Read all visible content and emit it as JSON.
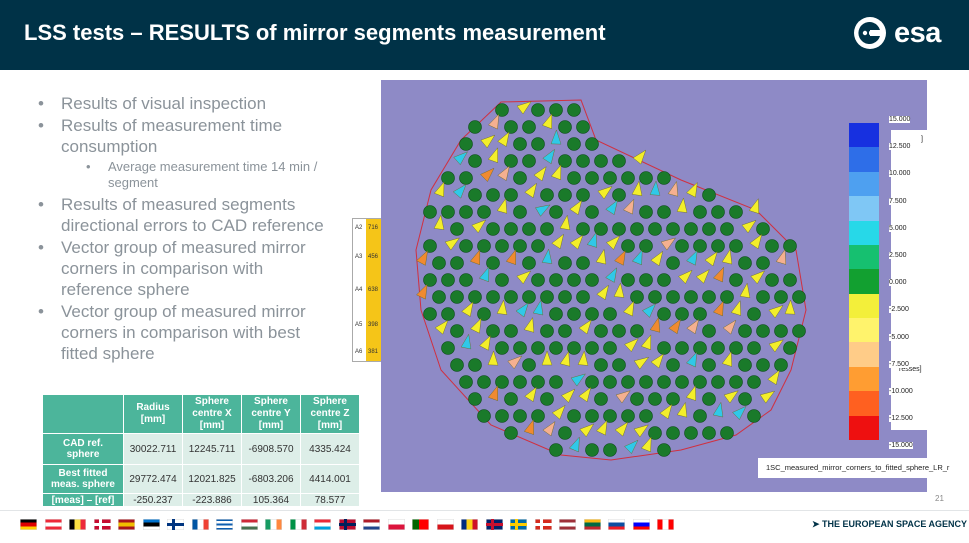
{
  "header": {
    "title": "LSS tests – RESULTS of mirror segments measurement",
    "logo_text": "esa"
  },
  "bullets": [
    {
      "text": "Results of visual inspection",
      "level": 1
    },
    {
      "text": "Results of measurement time consumption",
      "level": 1
    },
    {
      "text": "Average measurement time 14 min / segment",
      "level": 2
    },
    {
      "text": "Results of measured segments directional errors to CAD reference",
      "level": 1
    },
    {
      "text": "Vector group of measured mirror corners in comparison with reference sphere",
      "level": 1
    },
    {
      "text": "Vector group of measured mirror corners in comparison with best fitted sphere",
      "level": 1
    }
  ],
  "table": {
    "headers": [
      "",
      "Radius [mm]",
      "Sphere centre X [mm]",
      "Sphere centre Y [mm]",
      "Sphere centre Z [mm]"
    ],
    "rows": [
      {
        "label": "CAD ref. sphere",
        "values": [
          "30022.711",
          "12245.711",
          "-6908.570",
          "4335.424"
        ]
      },
      {
        "label": "Best fitted meas. sphere",
        "values": [
          "29772.474",
          "12021.825",
          "-6803.206",
          "4414.001"
        ]
      },
      {
        "label": "[meas] – [ref]",
        "values": [
          "-250.237",
          "-223.886",
          "105.364",
          "78.577"
        ]
      }
    ]
  },
  "visualization": {
    "background": "#8e8ac6",
    "caption": "1SC_measured_mirror_corners_to_fitted_sphere_LR_r",
    "side_labels": [
      {
        "id": "A2",
        "val": "716"
      },
      {
        "id": "A3",
        "val": "456"
      },
      {
        "id": "A4",
        "val": "638"
      },
      {
        "id": "A5",
        "val": "398"
      },
      {
        "id": "A6",
        "val": "381"
      }
    ],
    "peek_text": {
      "top": "]",
      "mid": "resses]"
    },
    "color_scale": {
      "labels": [
        "15.000",
        "12.500",
        "10.000",
        "7.500",
        "5.000",
        "2.500",
        "0.000",
        "-2.500",
        "-5.000",
        "-7.500",
        "-10.000",
        "-12.500",
        "-15.000"
      ],
      "colors": [
        "#1730e0",
        "#2e6ee8",
        "#4ea0f0",
        "#7fc7f5",
        "#27d8e8",
        "#16c070",
        "#12a030",
        "#f3ef3a",
        "#fff36c",
        "#ffcc88",
        "#ff9d32",
        "#ff6020",
        "#ee1010"
      ]
    },
    "colors": {
      "sphere": "#1a7a2a",
      "arrow_yellow": "#f3ee2a",
      "arrow_orange": "#f08a30",
      "arrow_cyan": "#30c8e8",
      "arrow_peach": "#f5b090",
      "outline": "#d03040"
    }
  },
  "page_number": "21",
  "footer": {
    "agency": "➤ THE EUROPEAN SPACE AGENCY",
    "flags": [
      "DE",
      "AT",
      "BE",
      "DK",
      "ES",
      "EE",
      "FI",
      "FR",
      "GR",
      "HU",
      "IE",
      "IT",
      "LU",
      "NO",
      "NL",
      "PL",
      "PT",
      "CZ",
      "RO",
      "GB",
      "SE",
      "CH",
      "LV",
      "LT",
      "SK",
      "SI",
      "CA"
    ]
  }
}
